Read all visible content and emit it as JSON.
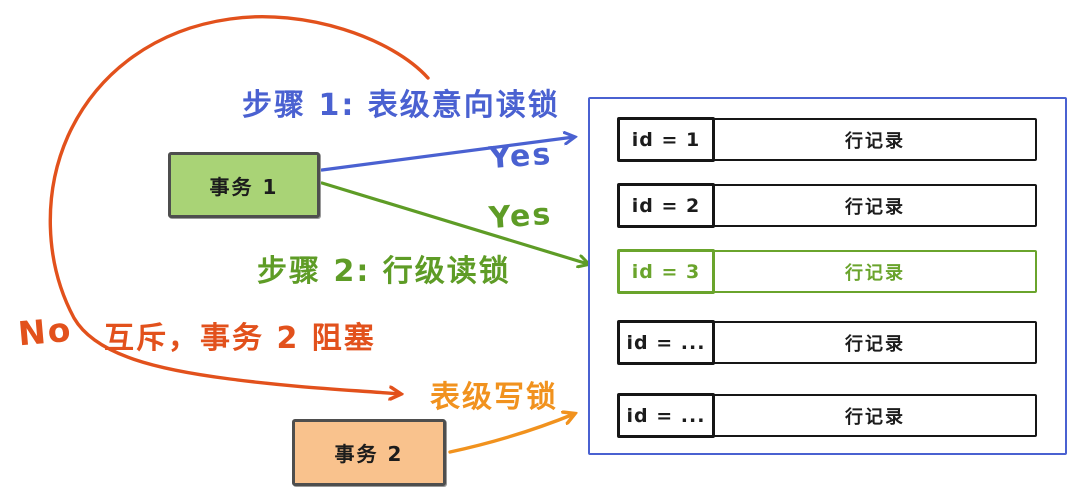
{
  "diagram": {
    "labels": {
      "step1": "步骤 1: 表级意向读锁",
      "yes_step1": "Yes",
      "step2": "步骤 2: 行级读锁",
      "yes_step2": "Yes",
      "no": "No",
      "mutex": "互斥，事务 2 阻塞",
      "write_lock": "表级写锁"
    },
    "transactions": [
      {
        "label": "事务 1",
        "fill": "#a9d376"
      },
      {
        "label": "事务 2",
        "fill": "#f9c28d"
      }
    ],
    "table": {
      "rows": [
        {
          "id": "id = 1",
          "record": "行记录",
          "highlighted": false
        },
        {
          "id": "id = 2",
          "record": "行记录",
          "highlighted": false
        },
        {
          "id": "id = 3",
          "record": "行记录",
          "highlighted": true
        },
        {
          "id": "id = ...",
          "record": "行记录",
          "highlighted": false
        },
        {
          "id": "id = ...",
          "record": "行记录",
          "highlighted": false
        }
      ]
    },
    "colors": {
      "blue": "#4a61d1",
      "green": "#5e9c26",
      "row_highlight_green": "#6aa42c",
      "orange_red": "#e2511c",
      "orange": "#f1921e",
      "tx1_fill": "#a9d376",
      "tx2_fill": "#f9c28d"
    }
  }
}
